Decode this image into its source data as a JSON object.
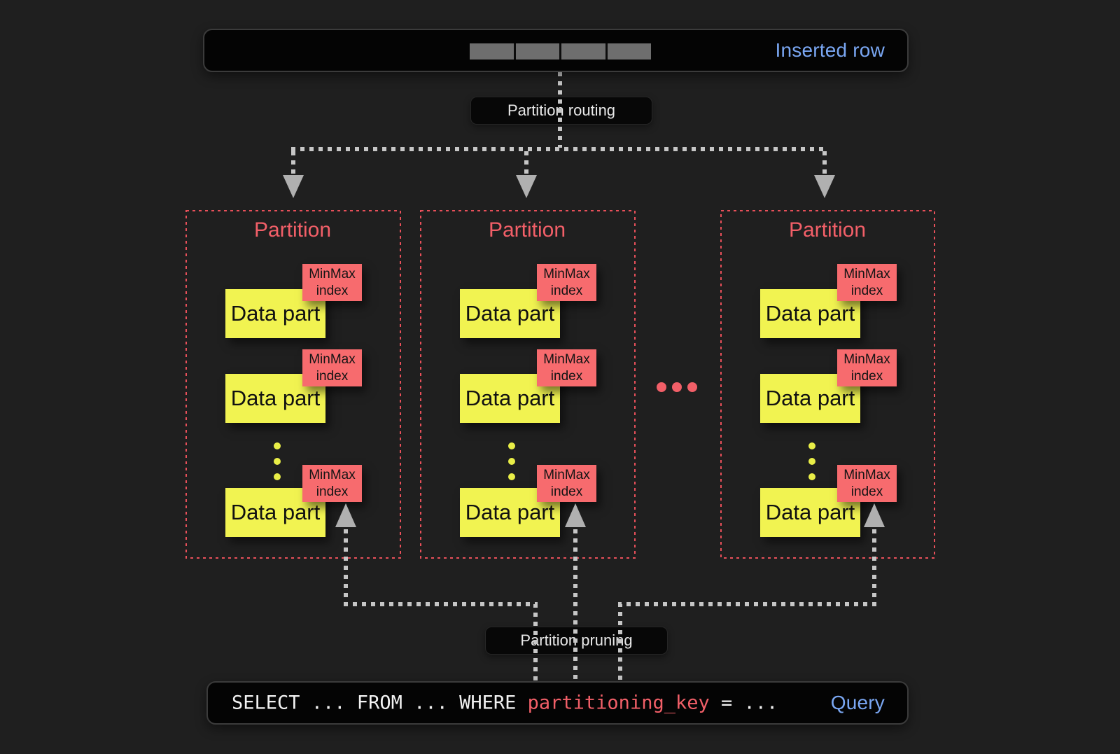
{
  "colors": {
    "background": "#1f1f1f",
    "box_bg": "#040404",
    "box_border": "#3b3b3b",
    "blue": "#7aa7f3",
    "salmon": "#f25f68",
    "minmax": "#f76b6e",
    "border_red": "#e8505a",
    "yellow": "#f1f351",
    "dot_yellow": "#e9ee47",
    "arrow": "#c6c6c6",
    "arrowhead": "#b0b0b0",
    "pill_bg": "#070707",
    "pill_text": "#e9e9e9",
    "cell_gray": "#6e6e6e"
  },
  "inserted_row": {
    "label": "Inserted row",
    "cell_count": 4
  },
  "labels": {
    "routing": "Partition routing",
    "pruning": "Partition pruning"
  },
  "partitions": [
    {
      "title": "Partition",
      "parts": [
        {
          "label": "Data part",
          "index": "MinMax index"
        },
        {
          "label": "Data part",
          "index": "MinMax index"
        },
        {
          "label": "Data part",
          "index": "MinMax index"
        }
      ]
    },
    {
      "title": "Partition",
      "parts": [
        {
          "label": "Data part",
          "index": "MinMax index"
        },
        {
          "label": "Data part",
          "index": "MinMax index"
        },
        {
          "label": "Data part",
          "index": "MinMax index"
        }
      ]
    },
    {
      "title": "Partition",
      "parts": [
        {
          "label": "Data part",
          "index": "MinMax index"
        },
        {
          "label": "Data part",
          "index": "MinMax index"
        },
        {
          "label": "Data part",
          "index": "MinMax index"
        }
      ]
    }
  ],
  "query": {
    "prefix": "SELECT ... FROM ... WHERE ",
    "key": "partitioning_key",
    "suffix": " = ...",
    "label": "Query"
  }
}
